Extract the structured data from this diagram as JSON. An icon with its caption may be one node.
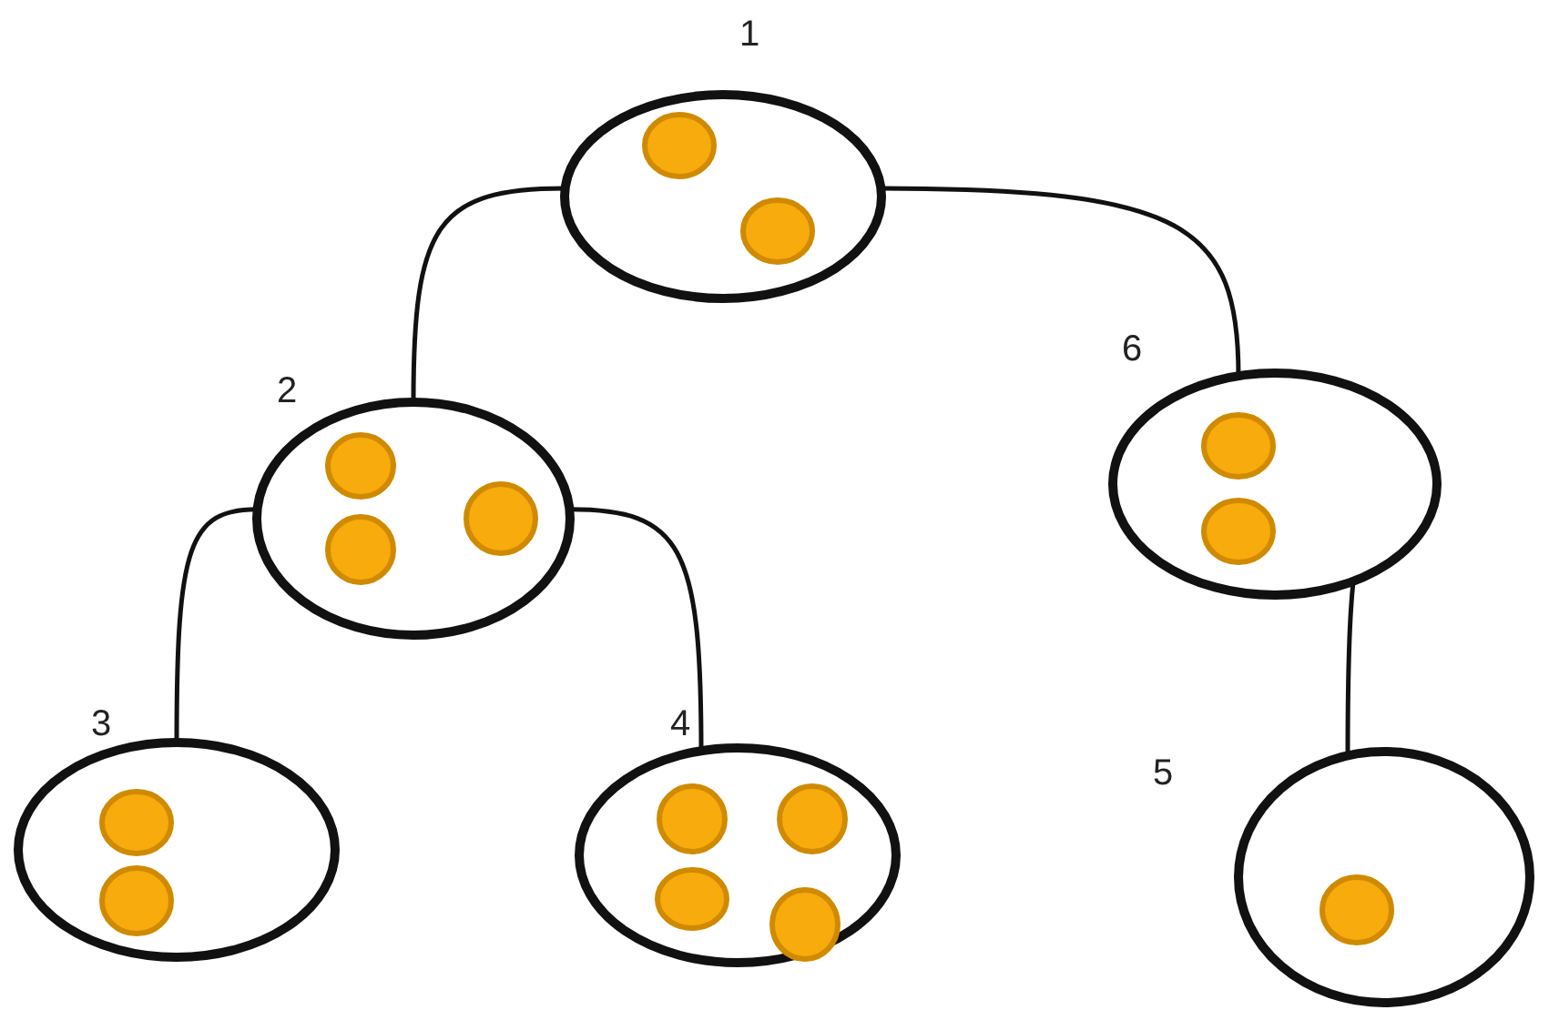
{
  "diagram": {
    "nodes": [
      {
        "text": [
          "1"
        ]
      },
      {
        "text": [
          "2"
        ]
      },
      {
        "text": [
          "6"
        ]
      },
      {
        "text": [
          "3"
        ]
      },
      {
        "text": [
          "4"
        ]
      },
      {
        "text": [
          "5"
        ]
      }
    ],
    "edges": [
      {
        "from": 0,
        "to": 1,
        "arrow": "none"
      },
      {
        "from": 0,
        "to": 2,
        "arrow": "none"
      },
      {
        "from": 1,
        "to": 3,
        "arrow": "none"
      },
      {
        "from": 1,
        "to": 4,
        "arrow": "none"
      },
      {
        "from": 2,
        "to": 5,
        "arrow": "none"
      }
    ]
  }
}
